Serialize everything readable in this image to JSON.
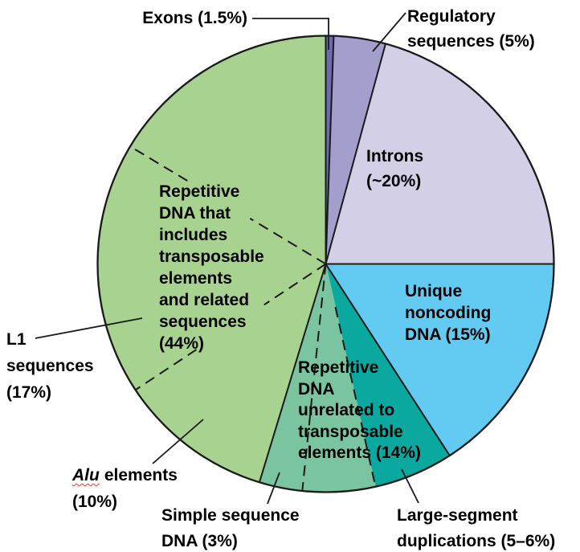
{
  "figure": {
    "background": "#ffffff",
    "outline_color": "#1a1a1a",
    "leader_color": "#1a1a1a",
    "text_color": "#000000",
    "alu_underline_color": "#e23b2e"
  },
  "chart_data": {
    "type": "pie",
    "values_are": "percent of human genome",
    "slices": [
      {
        "id": "exons",
        "label": "Exons (1.5%)",
        "value": 1.5,
        "color": "#6d6aad",
        "draw_start": 0,
        "draw_end": 2
      },
      {
        "id": "regulatory-sequences",
        "label": "Regulatory sequences (5%)",
        "value": 5,
        "color": "#a29fcc",
        "draw_start": 2,
        "draw_end": 15.2
      },
      {
        "id": "introns",
        "label": "Introns (~20%)",
        "value": 20,
        "color": "#d2cfe6",
        "draw_start": 15.2,
        "draw_end": 90
      },
      {
        "id": "unique-noncoding-dna",
        "label": "Unique noncoding DNA (15%)",
        "value": 15,
        "color": "#63cbf2",
        "draw_start": 90,
        "draw_end": 147.1
      },
      {
        "id": "large-segment-duplications",
        "label": "Large-segment duplications (5–6%)",
        "value": 5.5,
        "color": "#0ba8a0",
        "group": "repetitive-unrelated",
        "draw_start": 147.1,
        "draw_end": 167.4
      },
      {
        "id": "repetitive-unrelated-other",
        "label": "Repetitive DNA unrelated to transposable elements (other)",
        "value": 5.5,
        "color": "#7ac5a0",
        "group": "repetitive-unrelated",
        "draw_start": 167.4,
        "draw_end": 185.9
      },
      {
        "id": "simple-sequence-dna",
        "label": "Simple sequence DNA (3%)",
        "value": 3,
        "color": "#7ac5a0",
        "group": "repetitive-unrelated",
        "draw_start": 185.9,
        "draw_end": 196.9
      },
      {
        "id": "alu-elements",
        "label": "Alu elements (10%)",
        "value": 10,
        "color": "#a8d28f",
        "group": "repetitive-te",
        "draw_start": 196.9,
        "draw_end": 236.5
      },
      {
        "id": "l1-sequences",
        "label": "L1 sequences (17%)",
        "value": 17,
        "color": "#a8d28f",
        "group": "repetitive-te",
        "draw_start": 236.5,
        "draw_end": 301
      },
      {
        "id": "repetitive-te-other",
        "label": "Repetitive DNA that includes transposable elements (other)",
        "value": 17,
        "color": "#a8d28f",
        "group": "repetitive-te",
        "draw_start": 301,
        "draw_end": 360
      }
    ],
    "groups": [
      {
        "id": "repetitive-unrelated",
        "label": "Repetitive DNA unrelated to transposable elements (14%)",
        "value": 14
      },
      {
        "id": "repetitive-te",
        "label": "Repetitive DNA that includes transposable elements and related sequences (44%)",
        "value": 44
      }
    ],
    "boundaries": {
      "solid": [
        0,
        2,
        15.2,
        90,
        147.1,
        196.9
      ],
      "dashed": [
        167.4,
        185.9,
        236.5,
        301
      ]
    },
    "legend": "none, labels placed on and around the pie"
  },
  "labels": {
    "exons": {
      "text": "Exons (1.5%)"
    },
    "regulatory": {
      "lines": [
        "Regulatory",
        "sequences (5%)"
      ]
    },
    "introns": {
      "lines": [
        "Introns",
        "(~20%)"
      ]
    },
    "unique": {
      "lines": [
        "Unique",
        "noncoding",
        "DNA (15%)"
      ]
    },
    "repetitive_te": {
      "lines": [
        "Repetitive",
        "DNA that",
        "includes",
        "transposable",
        "elements",
        "and related",
        "sequences",
        "(44%)"
      ]
    },
    "l1": {
      "lines": [
        "L1",
        "sequences",
        "(17%)"
      ]
    },
    "alu": {
      "word": "Alu",
      "after": "elements",
      "line2": "(10%)"
    },
    "simple": {
      "lines": [
        "Simple sequence",
        "DNA (3%)"
      ]
    },
    "large": {
      "lines": [
        "Large-segment",
        "duplications (5–6%)"
      ]
    },
    "repetitive_unrelated": {
      "lines": [
        "Repetitive",
        "DNA",
        "unrelated to",
        "transposable",
        "elements (14%)"
      ]
    }
  }
}
